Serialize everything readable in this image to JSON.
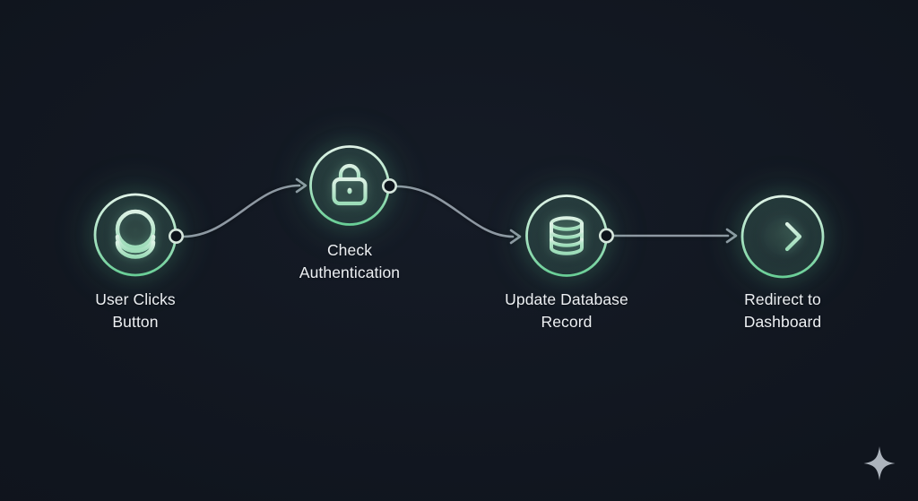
{
  "diagram": {
    "type": "flowchart",
    "background_color": "#10151e",
    "accent_color": "#79d6a2",
    "connector_color": "#8e98a2",
    "label_color": "#edf0f3",
    "nodes": [
      {
        "id": "user-clicks-button",
        "label": "User Clicks Button",
        "label_lines": [
          "User Clicks",
          "Button"
        ],
        "icon": "button-press-icon"
      },
      {
        "id": "check-authentication",
        "label": "Check Authentication",
        "label_lines": [
          "Check",
          "Authentication"
        ],
        "icon": "lock-icon"
      },
      {
        "id": "update-database-record",
        "label": "Update Database Record",
        "label_lines": [
          "Update Database",
          "Record"
        ],
        "icon": "database-icon"
      },
      {
        "id": "redirect-to-dashboard",
        "label": "Redirect to Dashboard",
        "label_lines": [
          "Redirect to",
          "Dashboard"
        ],
        "icon": "arrow-right-icon"
      }
    ],
    "connections": [
      {
        "from": "user-clicks-button",
        "to": "check-authentication",
        "style": "curved-arrow"
      },
      {
        "from": "check-authentication",
        "to": "update-database-record",
        "style": "curved-arrow"
      },
      {
        "from": "update-database-record",
        "to": "redirect-to-dashboard",
        "style": "straight-arrow"
      }
    ],
    "watermark_icon": "sparkle-icon"
  }
}
